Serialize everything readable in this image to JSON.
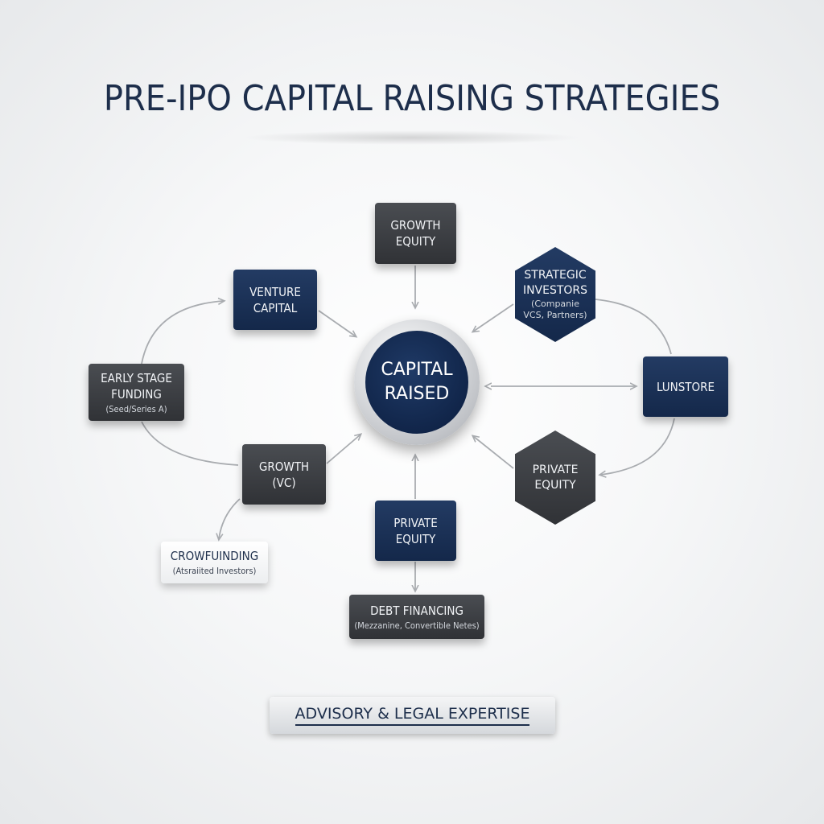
{
  "title": "PRE-IPO CAPITAL RAISING STRATEGIES",
  "center": {
    "line1": "CAPITAL",
    "line2": "RAISED"
  },
  "nodes": {
    "growth_equity": {
      "line1": "GROWTH",
      "line2": "EQUITY"
    },
    "venture_capital": {
      "line1": "VENTURE",
      "line2": "CAPITAL"
    },
    "strategic_investors": {
      "line1": "STRATEGIC",
      "line2": "INVESTORS",
      "sub1": "(Companie",
      "sub2": "VCS, Partners)"
    },
    "early_stage": {
      "line1": "EARLY STAGE",
      "line2": "FUNDING",
      "sub": "(Seed/Series A)"
    },
    "lunstore": {
      "line1": "LUNSTORE"
    },
    "growth_vc": {
      "line1": "GROWTH",
      "line2": "(VC)"
    },
    "private_equity_hex": {
      "line1": "PRIVATE",
      "line2": "EQUITY"
    },
    "private_equity_box": {
      "line1": "PRIVATE",
      "line2": "EQUITY"
    },
    "crowdfunding": {
      "line1": "CROWFUINDING",
      "sub": "(Atsraiited Investors)"
    },
    "debt_financing": {
      "line1": "DEBT FINANCING",
      "sub": "(Mezzanine, Convertible Netes)"
    }
  },
  "footer": "ADVISORY & LEGAL EXPERTISE",
  "colors": {
    "navy": "#1a2f55",
    "dark_gray": "#3b3e42",
    "title": "#1d2e4b",
    "connector": "#a9acb0"
  }
}
